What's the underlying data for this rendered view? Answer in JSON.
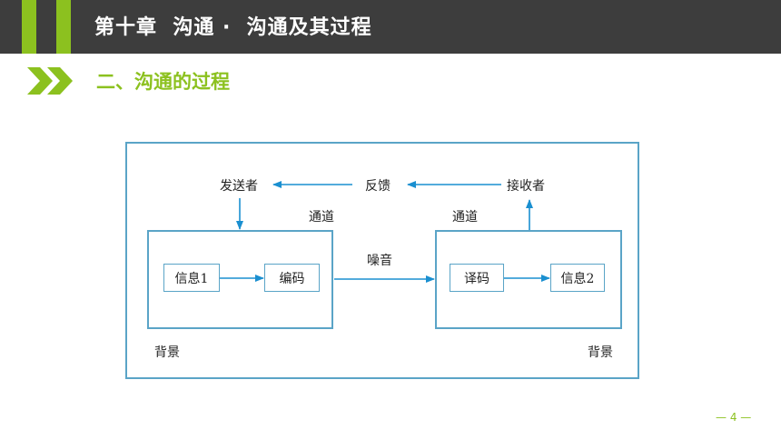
{
  "header": {
    "title": "第十章  沟通 ·  沟通及其过程"
  },
  "section": {
    "title": "二、沟通的过程"
  },
  "diagram": {
    "sender": "发送者",
    "feedback": "反馈",
    "receiver": "接收者",
    "channel_left": "通道",
    "channel_right": "通道",
    "noise": "噪音",
    "info1": "信息1",
    "encode": "编码",
    "decode": "译码",
    "info2": "信息2",
    "background_left": "背景",
    "background_right": "背景"
  },
  "footer": {
    "page": "— 4 —"
  },
  "colors": {
    "accent_green": "#8cc11f",
    "header_gray": "#3d3d3d",
    "diagram_blue": "#5aa4c7",
    "arrow_blue": "#1a8fd0"
  }
}
